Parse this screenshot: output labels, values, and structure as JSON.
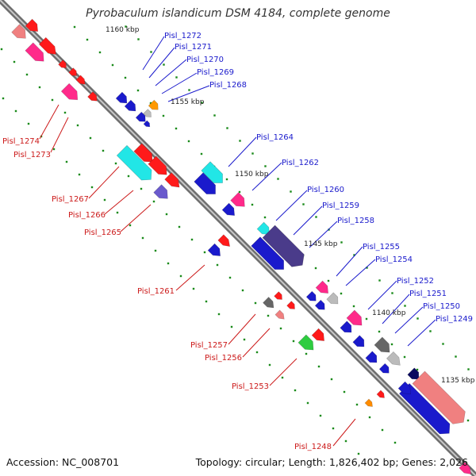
{
  "title": "Pyrobaculum islandicum DSM 4184, complete genome",
  "footer": {
    "accession": "Accession: NC_008701",
    "summary": "Topology: circular; Length: 1,826,402 bp; Genes: 2,026"
  },
  "scale_labels": [
    "1160 kbp",
    "1155 kbp",
    "1150 kbp",
    "1145 kbp",
    "1140 kbp",
    "1135 kbp"
  ],
  "gene_labels_forward": [
    "Pisl_1272",
    "Pisl_1271",
    "Pisl_1270",
    "Pisl_1269",
    "Pisl_1268",
    "Pisl_1264",
    "Pisl_1262",
    "Pisl_1260",
    "Pisl_1259",
    "Pisl_1258",
    "Pisl_1255",
    "Pisl_1254",
    "Pisl_1252",
    "Pisl_1251",
    "Pisl_1250",
    "Pisl_1249"
  ],
  "gene_labels_reverse": [
    "Pisl_1274",
    "Pisl_1273",
    "Pisl_1267",
    "Pisl_1266",
    "Pisl_1265",
    "Pisl_1261",
    "Pisl_1257",
    "Pisl_1256",
    "Pisl_1253",
    "Pisl_1248"
  ],
  "colors": {
    "forward_label": "#1a1acc",
    "reverse_label": "#cc1a1a",
    "backbone": "#888888",
    "tick": "#1a8a1a"
  }
}
